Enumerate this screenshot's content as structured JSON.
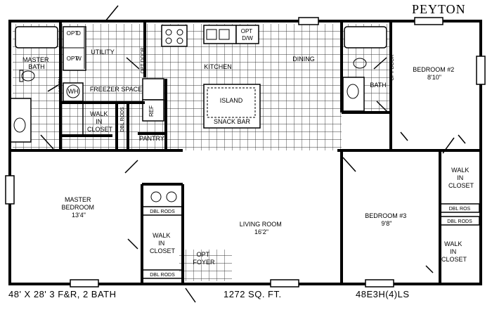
{
  "title": "PEYTON",
  "rooms": {
    "master_bath": [
      "MASTER",
      "BATH"
    ],
    "utility": "UTILITY",
    "opt_d": [
      "OPT",
      "D"
    ],
    "opt_w": [
      "OPT",
      "W"
    ],
    "opt_door_utility": "OPT DOOR",
    "linen": "LINEN",
    "wh": "WH",
    "freezer_space": "FREEZER SPACE",
    "walk_in_closet_master": [
      "WALK",
      "IN",
      "CLOSET"
    ],
    "dbl_rods_vertical": "DBL RODS",
    "ref": "REF",
    "pantry": "PANTRY",
    "kitchen": "KITCHEN",
    "opt_dw": [
      "OPT",
      "D/W"
    ],
    "dining": "DINING",
    "island": "ISLAND",
    "snack_bar": "SNACK BAR",
    "bath": "BATH",
    "opt_door_bath": "OPT DOOR",
    "bedroom2": [
      "BEDROOM #2",
      "8'10\""
    ],
    "master_bedroom": [
      "MASTER",
      "BEDROOM",
      "13'4\""
    ],
    "living_room": [
      "LIVING ROOM",
      "16'2\""
    ],
    "walk_in_closet_center": [
      "WALK",
      "IN",
      "CLOSET"
    ],
    "dbl_rods_top": "DBL RODS",
    "dbl_rods_bottom": "DBL RODS",
    "opt_foyer": [
      "OPT",
      "FOYER"
    ],
    "bedroom3": [
      "BEDROOM #3",
      "9'8\""
    ],
    "walk_in_closet_right_top": [
      "WALK",
      "IN",
      "CLOSET"
    ],
    "dbl_rods_right_1": "DBL ROS",
    "dbl_rods_right_2": "DBL RODS",
    "walk_in_closet_right_bottom": [
      "WALK",
      "IN",
      "CLOSET"
    ]
  },
  "footer": {
    "dimensions": "48' X 28'  3 F&R, 2 BATH",
    "sqft": "1272 SQ. FT.",
    "model": "48E3H(4)LS"
  }
}
